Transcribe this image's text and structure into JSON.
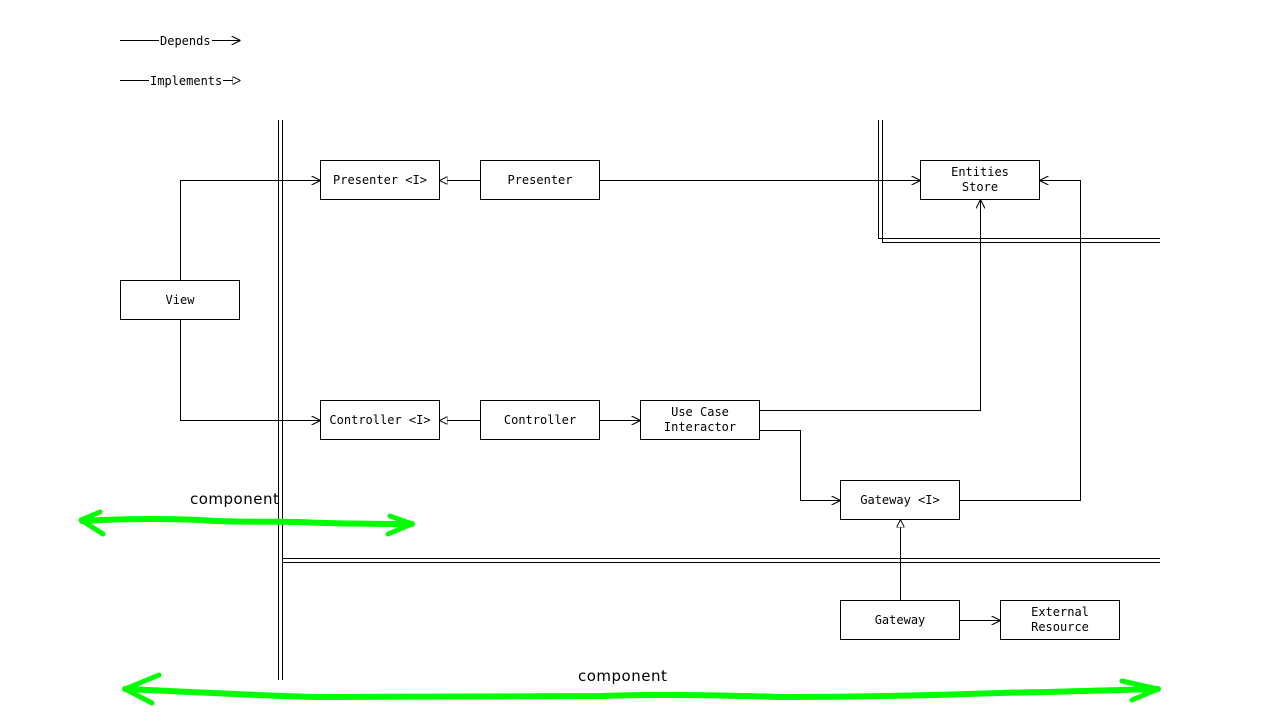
{
  "legend": {
    "depends": "Depends",
    "implements": "Implements"
  },
  "nodes": {
    "presenter_interface": "Presenter <I>",
    "presenter": "Presenter",
    "entities_store": "Entities\nStore",
    "view": "View",
    "controller_interface": "Controller <I>",
    "controller": "Controller",
    "use_case_interactor": "Use Case\nInteractor",
    "gateway_interface": "Gateway <I>",
    "gateway": "Gateway",
    "external_resource": "External\nResource"
  },
  "annotations": {
    "component_small": "component",
    "component_large": "component"
  },
  "colors": {
    "line": "#000000",
    "annotation": "#00ff00"
  }
}
